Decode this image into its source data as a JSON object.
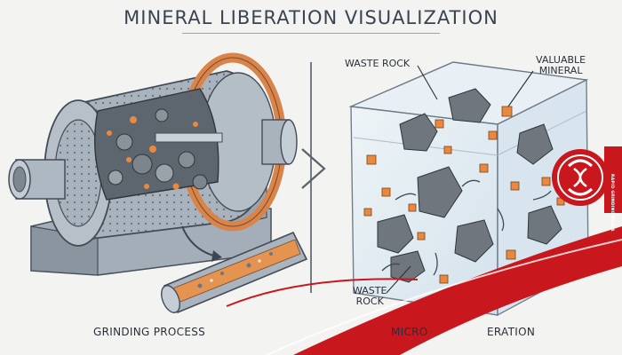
{
  "title": "MINERAL LIBERATION VISUALIZATION",
  "labels": {
    "waste_rock_top": "WASTE ROCK",
    "valuable_mineral": [
      "VALUABLE",
      "MINERAL"
    ],
    "waste_rock_bottom": [
      "WASTE",
      "ROCK"
    ]
  },
  "captions": {
    "left": "GRINDING PROCESS",
    "right_start": "MICRO",
    "right_end": "ERATION"
  },
  "watermark": {
    "seal_text": "RAPID GRINDING MEDIA"
  },
  "colors": {
    "mill_body": "#a9b3bd",
    "copper_ring": "#d9844a",
    "ore_particle": "#e8893f",
    "rock": "#6f767e",
    "water_cube": "#dfeaf2",
    "seal_red": "#c8171d"
  }
}
